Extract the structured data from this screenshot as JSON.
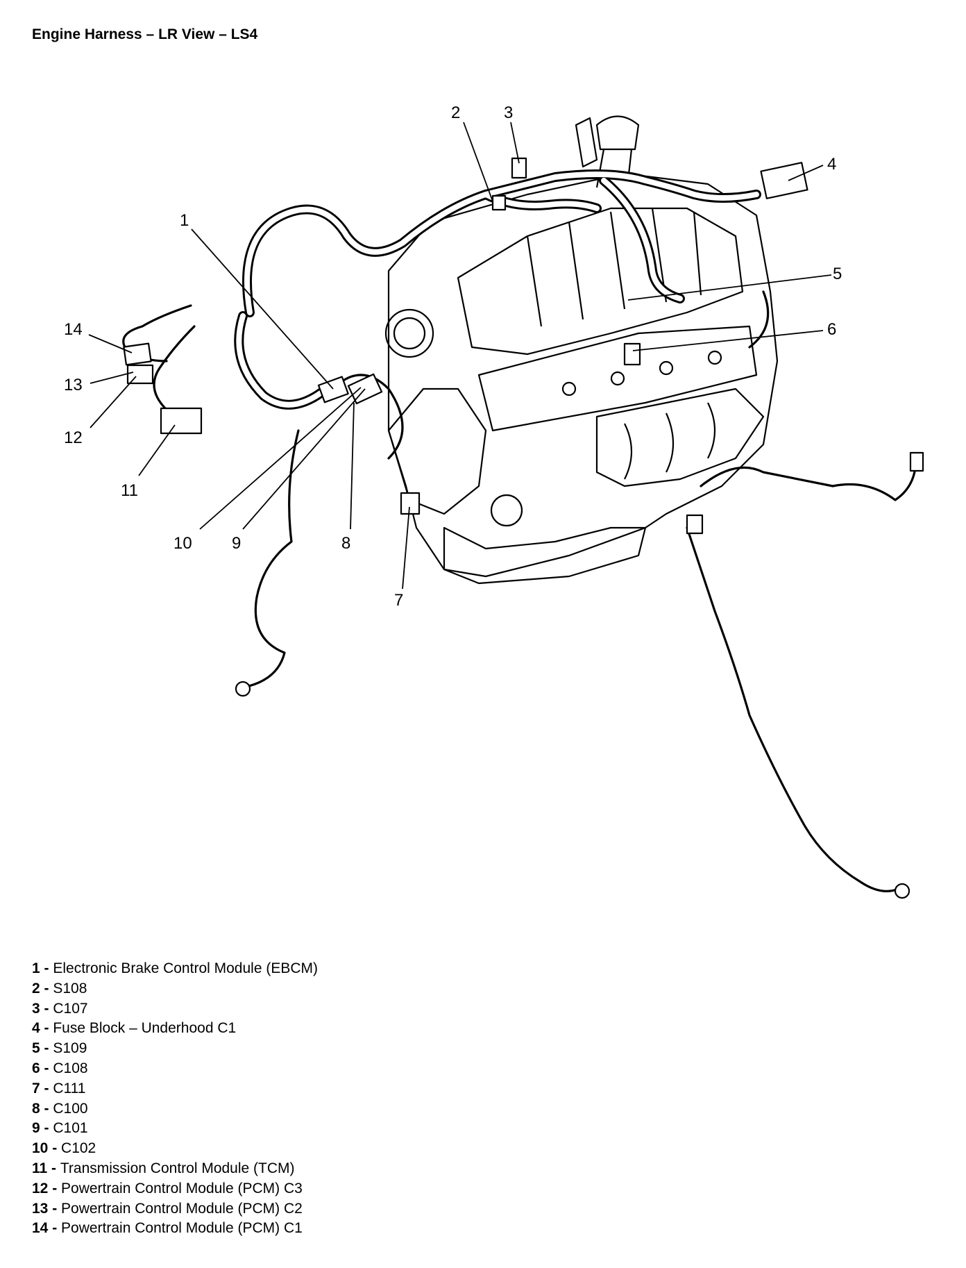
{
  "title": "Engine Harness – LR View – LS4",
  "callouts": [
    {
      "id": "1",
      "label": "Electronic Brake Control Module (EBCM)"
    },
    {
      "id": "2",
      "label": "S108"
    },
    {
      "id": "3",
      "label": "C107"
    },
    {
      "id": "4",
      "label": "Fuse Block – Underhood C1"
    },
    {
      "id": "5",
      "label": "S109"
    },
    {
      "id": "6",
      "label": "C108"
    },
    {
      "id": "7",
      "label": "C111"
    },
    {
      "id": "8",
      "label": "C100"
    },
    {
      "id": "9",
      "label": "C101"
    },
    {
      "id": "10",
      "label": "C102"
    },
    {
      "id": "11",
      "label": "Transmission Control Module (TCM)"
    },
    {
      "id": "12",
      "label": "Powertrain Control Module (PCM) C3"
    },
    {
      "id": "13",
      "label": "Powertrain Control Module (PCM) C2"
    },
    {
      "id": "14",
      "label": "Powertrain Control Module (PCM) C1"
    }
  ]
}
